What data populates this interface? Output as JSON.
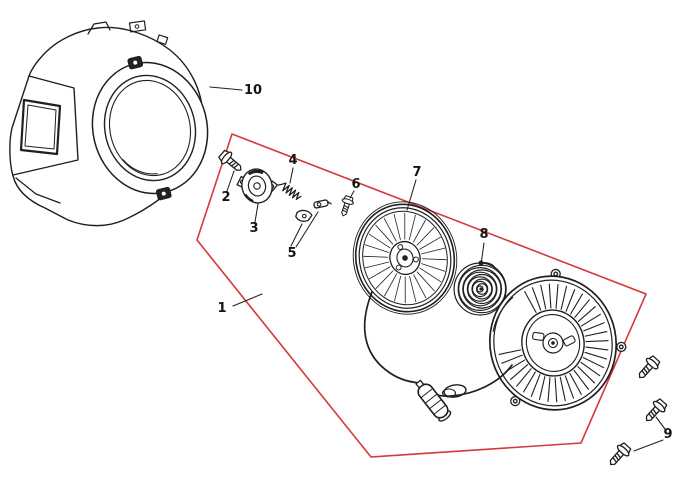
{
  "figure": {
    "kind": "exploded-parts-diagram",
    "background": "#ffffff"
  },
  "colors": {
    "ink": "#1f1f1f",
    "outline_red": "#d63939"
  },
  "callouts": {
    "c1": "1",
    "c2": "2",
    "c3": "3",
    "c4": "4",
    "c5": "5",
    "c6": "6",
    "c7": "7",
    "c8": "8",
    "c9": "9",
    "c10": "10"
  }
}
